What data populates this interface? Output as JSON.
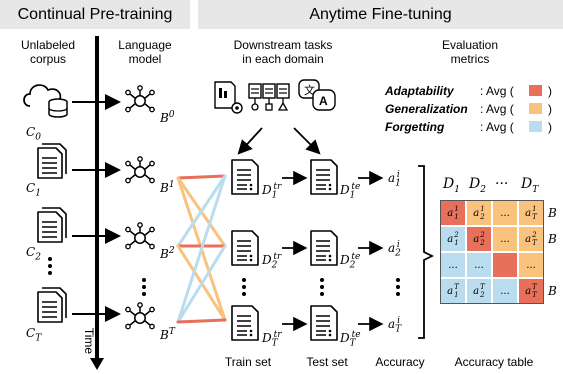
{
  "headers": {
    "left": "Continual Pre-training",
    "right": "Anytime Fine-tuning"
  },
  "left_labels": {
    "corpus": "Unlabeled\ncorpus",
    "model": "Language\nmodel",
    "time": "Time",
    "corpus_items": [
      "C",
      "C",
      "C",
      "C"
    ],
    "corpus_subs": [
      "0",
      "1",
      "2",
      "T"
    ],
    "model_items": [
      "B",
      "B",
      "B",
      "B"
    ],
    "model_sups": [
      "0",
      "1",
      "2",
      "T"
    ]
  },
  "downstream": {
    "title": "Downstream tasks\nin each domain"
  },
  "evaluation": {
    "title": "Evaluation\nmetrics",
    "metrics": [
      {
        "name": "Adaptability",
        "avg": ": Avg (",
        "close": ")",
        "color": "#e8705a"
      },
      {
        "name": "Generalization",
        "avg": ": Avg (",
        "close": ")",
        "color": "#f9c27d"
      },
      {
        "name": "Forgetting",
        "avg": ": Avg (",
        "close": ")",
        "color": "#b9dcee"
      }
    ]
  },
  "rows": [
    {
      "train_base": "D",
      "train_sub": "1",
      "train_sup": "tr",
      "test_base": "D",
      "test_sub": "1",
      "test_sup": "te",
      "acc_base": "a",
      "acc_sub": "1",
      "acc_sup": "i"
    },
    {
      "train_base": "D",
      "train_sub": "2",
      "train_sup": "tr",
      "test_base": "D",
      "test_sub": "2",
      "test_sup": "te",
      "acc_base": "a",
      "acc_sub": "2",
      "acc_sup": "i"
    },
    {
      "train_base": "D",
      "train_sub": "T",
      "train_sup": "tr",
      "test_base": "D",
      "test_sub": "T",
      "test_sup": "te",
      "acc_base": "a",
      "acc_sub": "T",
      "acc_sup": "i"
    }
  ],
  "footer": {
    "train": "Train set",
    "test": "Test set",
    "accuracy": "Accuracy",
    "table": "Accuracy table"
  },
  "table": {
    "col_labels": [
      {
        "base": "D",
        "sub": "1"
      },
      {
        "base": "D",
        "sub": "2"
      },
      {
        "base": "···",
        "sub": ""
      },
      {
        "base": "D",
        "sub": "T"
      }
    ],
    "row_labels": [
      "B",
      "B",
      "",
      "B"
    ],
    "cells": [
      [
        {
          "t": "a",
          "sub": "1",
          "sup": "1",
          "c": "red"
        },
        {
          "t": "a",
          "sub": "2",
          "sup": "1",
          "c": "yellow"
        },
        {
          "t": "...",
          "c": "yellow"
        },
        {
          "t": "a",
          "sub": "T",
          "sup": "1",
          "c": "yellow"
        }
      ],
      [
        {
          "t": "a",
          "sub": "1",
          "sup": "2",
          "c": "blue"
        },
        {
          "t": "a",
          "sub": "2",
          "sup": "2",
          "c": "red"
        },
        {
          "t": "...",
          "c": "yellow"
        },
        {
          "t": "a",
          "sub": "T",
          "sup": "2",
          "c": "yellow"
        }
      ],
      [
        {
          "t": "...",
          "c": "blue"
        },
        {
          "t": "...",
          "c": "blue"
        },
        {
          "t": "",
          "c": "red"
        },
        {
          "t": "...",
          "c": "yellow"
        }
      ],
      [
        {
          "t": "a",
          "sub": "1",
          "sup": "T",
          "c": "blue"
        },
        {
          "t": "a",
          "sub": "2",
          "sup": "T",
          "c": "blue"
        },
        {
          "t": "...",
          "c": "blue"
        },
        {
          "t": "a",
          "sub": "T",
          "sup": "T",
          "c": "red"
        }
      ]
    ],
    "colors": {
      "red": "#e8705a",
      "yellow": "#f9c27d",
      "blue": "#b9dcee"
    }
  },
  "icons": [
    "database-cloud-icon",
    "document-icon",
    "neural-network-icon",
    "task-icons"
  ]
}
